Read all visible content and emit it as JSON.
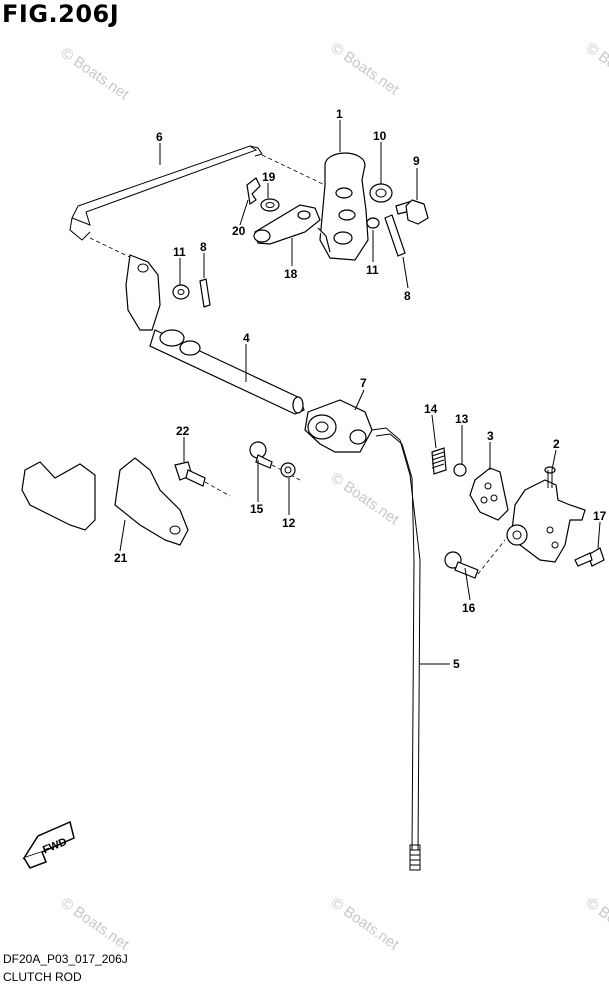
{
  "figure": {
    "title": "FIG.206J"
  },
  "footer": {
    "code": "DF20A_P03_017_206J",
    "name": "CLUTCH ROD"
  },
  "watermark": {
    "text": "© Boats.net"
  },
  "fwd_label": "FWD",
  "callouts": {
    "p1": "1",
    "p2": "2",
    "p3": "3",
    "p4": "4",
    "p5": "5",
    "p6": "6",
    "p7": "7",
    "p8a": "8",
    "p8b": "8",
    "p9": "9",
    "p10": "10",
    "p11a": "11",
    "p11b": "11",
    "p12": "12",
    "p13": "13",
    "p14": "14",
    "p15": "15",
    "p16": "16",
    "p17": "17",
    "p18": "18",
    "p19": "19",
    "p20": "20",
    "p21": "21",
    "p22": "22"
  }
}
